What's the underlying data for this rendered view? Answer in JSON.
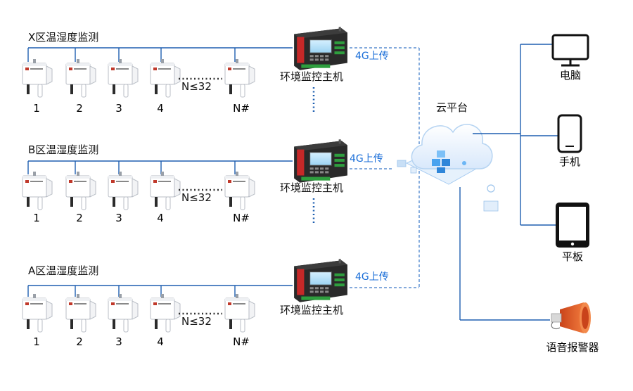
{
  "zones": [
    {
      "title": "X区温湿度监测",
      "sensor_labels": [
        "1",
        "2",
        "3",
        "4",
        "N#"
      ],
      "count_note": "N≤32",
      "host_label": "环境监控主机",
      "uplink_label": "4G上传"
    },
    {
      "title": "B区温湿度监测",
      "sensor_labels": [
        "1",
        "2",
        "3",
        "4",
        "N#"
      ],
      "count_note": "N≤32",
      "host_label": "环境监控主机",
      "uplink_label": "4G上传"
    },
    {
      "title": "A区温湿度监测",
      "sensor_labels": [
        "1",
        "2",
        "3",
        "4",
        "N#"
      ],
      "count_note": "N≤32",
      "host_label": "环境监控主机",
      "uplink_label": "4G上传"
    }
  ],
  "cloud": {
    "label": "云平台"
  },
  "terminals": [
    {
      "label": "电脑",
      "icon": "computer-icon"
    },
    {
      "label": "手机",
      "icon": "phone-icon"
    },
    {
      "label": "平板",
      "icon": "tablet-icon"
    }
  ],
  "alarm": {
    "label": "语音报警器",
    "icon": "horn-alarm-icon"
  },
  "colors": {
    "line": "#1e5fb0",
    "dashed": "#3a78c8",
    "uplink_text": "#1a6ed8",
    "alarm_orange": "#e8541c",
    "host_body": "#2a2a2a"
  }
}
